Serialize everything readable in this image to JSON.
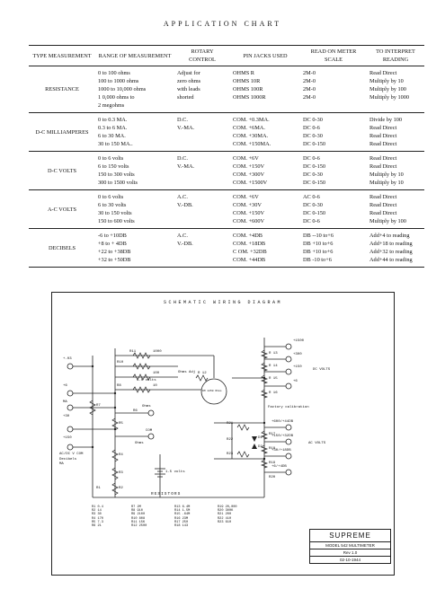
{
  "title": "APPLICATION CHART",
  "headers": [
    "TYPE MEASUREMENT",
    "RANGE OF MEASUREMENT",
    "ROTARY CONTROL",
    "PIN JACKS USED",
    "READ ON METER SCALE",
    "TO INTERPRET READING"
  ],
  "rows": [
    {
      "type": "RESISTANCE",
      "range": [
        "0 to 100 ohms",
        "100 to 1000 ohms",
        "1000 to 10,000 ohms",
        "1 0,000 ohms to",
        "2 megohms"
      ],
      "rotary": [
        "Adjust for",
        "zero ohms",
        "with leads",
        "shorted"
      ],
      "jacks": [
        "OHMS  R",
        "OHMS  10R",
        "OHMS  100R",
        "OHMS  1000R"
      ],
      "scale": [
        "2M-0",
        "2M-0",
        "2M-0",
        "2M-0"
      ],
      "interpret": [
        "Read Direct",
        "Multiply by 10",
        "Multiply by 100",
        "Multiply by 1000"
      ]
    },
    {
      "type": "D-C MILLIAMPERES",
      "range": [
        "0 to 0.3 MA.",
        "0.3 to 6 MA.",
        "6 to 30 MA.",
        "30 to 150 MA.."
      ],
      "rotary": [
        "",
        "D.C.",
        "V.-MA.",
        ""
      ],
      "jacks": [
        "COM.  +0.3MA.",
        "COM.  +6MA.",
        "COM.  +30MA.",
        "COM.  +150MA."
      ],
      "scale": [
        "DC 0-30",
        "DC 0-6",
        "DC 0-30",
        "DC 0-150"
      ],
      "interpret": [
        "Divide by 100",
        "Read Direct",
        "Read Direct",
        "Read Direct"
      ]
    },
    {
      "type": "D-C VOLTS",
      "range": [
        "0 to 6 volts",
        "6 to 150 volts",
        "150 to 300 volts",
        "300 to 1500 volts"
      ],
      "rotary": [
        "",
        "D.C.",
        "V.-MA.",
        ""
      ],
      "jacks": [
        "COM.  +6V",
        "COM.  +150V",
        "COM.  +300V",
        "COM.  +1500V"
      ],
      "scale": [
        "DC  0-6",
        "DC  0-150",
        "DC  0-30",
        "DC  0-150"
      ],
      "interpret": [
        "Read Direct",
        "Read Direct",
        "Multiply by 10",
        "Multiply by 10"
      ]
    },
    {
      "type": "A-C VOLTS",
      "range": [
        "0 to 6 volts",
        "6 to 30 volts",
        "30 to 150 volts",
        "150 to 600 volts"
      ],
      "rotary": [
        "",
        "A.C.",
        "V.-DB.",
        ""
      ],
      "jacks": [
        "COM.  +6V",
        "COM.  +30V",
        "COM.  +150V",
        "COM.  +600V"
      ],
      "scale": [
        "AC  0-6",
        "DC  0-30",
        "DC  0-150",
        "DC  0-6"
      ],
      "interpret": [
        "Read Direct",
        "Read Direct",
        "Read Direct",
        "Multiply by 100"
      ]
    },
    {
      "type": "DECIBELS",
      "range": [
        "-6 to +10DB",
        "+8 to + 4DB",
        "+22 to +38DB",
        "+32 to +50DB"
      ],
      "rotary": [
        "",
        "A.C.",
        "V.-DB.",
        ""
      ],
      "jacks": [
        "COM.  +4DB",
        "COM.  +18DB",
        "C OM.  +32DB",
        "COM.  +44DB"
      ],
      "scale": [
        "DB --10 to+6",
        "DB +10 to+6",
        "DB +10 to+6",
        "DB  -10 to+6"
      ],
      "interpret": [
        "Add+4 to reading",
        "Add+18 to reading",
        "Add+32 to reading",
        "Add+44 to reading"
      ]
    }
  ],
  "schematic": {
    "title": "SCHEMATIC WIRING DIAGRAM",
    "resistors_heading": "RESISTORS",
    "resistors": [
      [
        "R1  0.4",
        "R2  14",
        "R3  30",
        "R4  170",
        "R5  7.3",
        "R6  21"
      ],
      [
        "R7  2M",
        "R8  910",
        "R9  2100",
        "R10 808",
        "R11 15K",
        "R12 2500"
      ],
      [
        "R13 6.4M",
        "R14 1.5M",
        "R15 .64M",
        "R16 23M",
        "R17 250",
        "R18 143"
      ],
      [
        "R19 20,000",
        "R20 300K",
        "R21 200",
        "R22 410",
        "R23 610",
        ""
      ]
    ],
    "labels": {
      "plus03": "+.03",
      "plus6": "+6",
      "ma": "MA",
      "plus30": "+30",
      "plus150": "+150",
      "acdc_com": "AC/DC V COM",
      "decibels_ma": "Decibels\nMA",
      "ohms": "Ohms",
      "com": "COM",
      "ohms_adj": "Ohms Adj",
      "battery": "1.5 volts",
      "battery_top": "1.5 volts",
      "meter": "DM 1250 Ohms",
      "v1500": "+1500",
      "v300": "+300",
      "v150": "+150",
      "v6": "+6",
      "dc_volts": "DC VOLTS",
      "factory": "Factory calibration",
      "ac600": "+600/+44DB",
      "ac150": "+150/+32DB",
      "ac30": "+30/+18DB",
      "ac6": "+6/+4DB",
      "ac_volts": "AC VOLTS",
      "r12": "R 12",
      "r11": "R11",
      "val1000": "1000",
      "val100": "100",
      "val10": "10",
      "r10": "R10",
      "r8": "R8",
      "r7": "R7",
      "r6": "R6",
      "r5": "R5",
      "r4": "R4",
      "r3": "R3",
      "r2": "R2",
      "r1": "R1",
      "r13": "R 13",
      "r14": "R 14",
      "r15": "R 15",
      "r16": "R 16",
      "r17": "R17",
      "r18": "R18",
      "r19": "R19",
      "r20": "R20",
      "r21": "R21",
      "r22": "R22",
      "r23": "R23",
      "d1": "D1",
      "d2": "D2"
    },
    "title_block": {
      "brand": "SUPREME",
      "model": "MODEL 542 MULTIMETER",
      "rev": "Rev 1.0",
      "date": "02-10-1944"
    }
  }
}
